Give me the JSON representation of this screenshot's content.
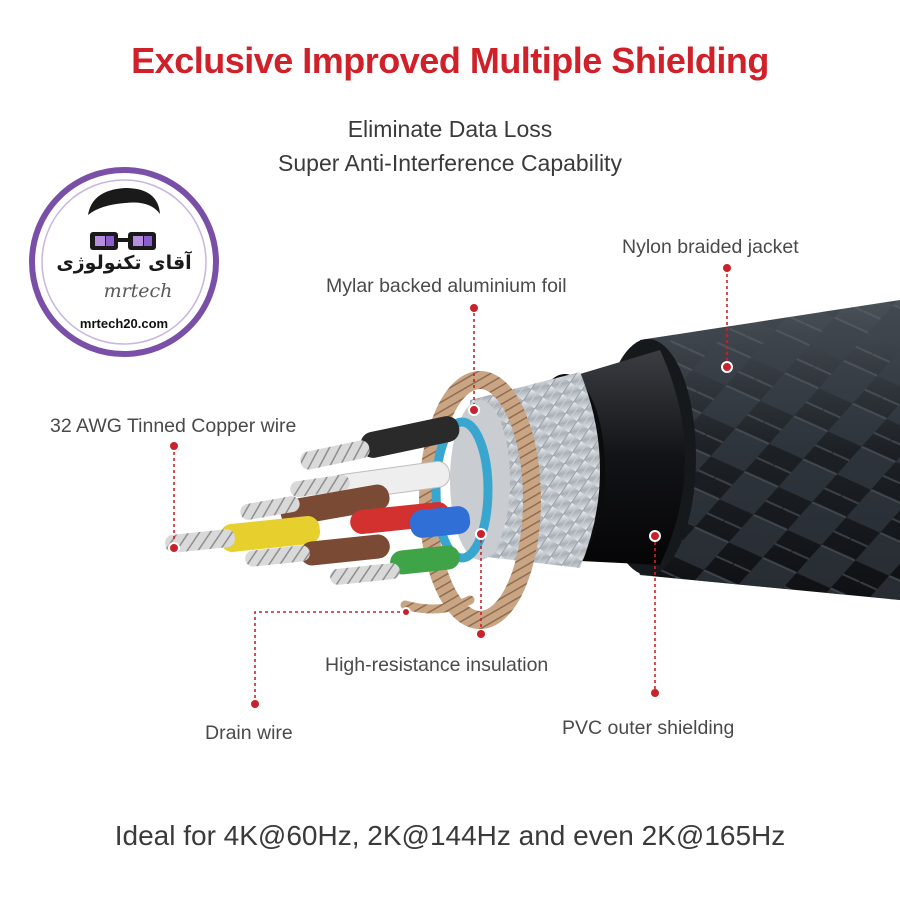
{
  "title": "Exclusive Improved Multiple Shielding",
  "subtitle_lines": [
    "Eliminate Data Loss",
    "Super Anti-Interference Capability"
  ],
  "labels": {
    "nylon": "Nylon braided jacket",
    "mylar": "Mylar backed aluminium foil",
    "copper": "32 AWG Tinned Copper wire",
    "insulation": "High-resistance insulation",
    "drain": "Drain wire",
    "pvc": "PVC outer shielding"
  },
  "footer": "Ideal for 4K@60Hz, 2K@144Hz and even 2K@165Hz",
  "logo": {
    "text_fa": "آقای تکنولوژی",
    "script": "mrtech",
    "url": "mrtech20.com"
  },
  "colors": {
    "title": "#d0202a",
    "leader": "#c8232c",
    "logo_ring": "#7a4fa8"
  }
}
